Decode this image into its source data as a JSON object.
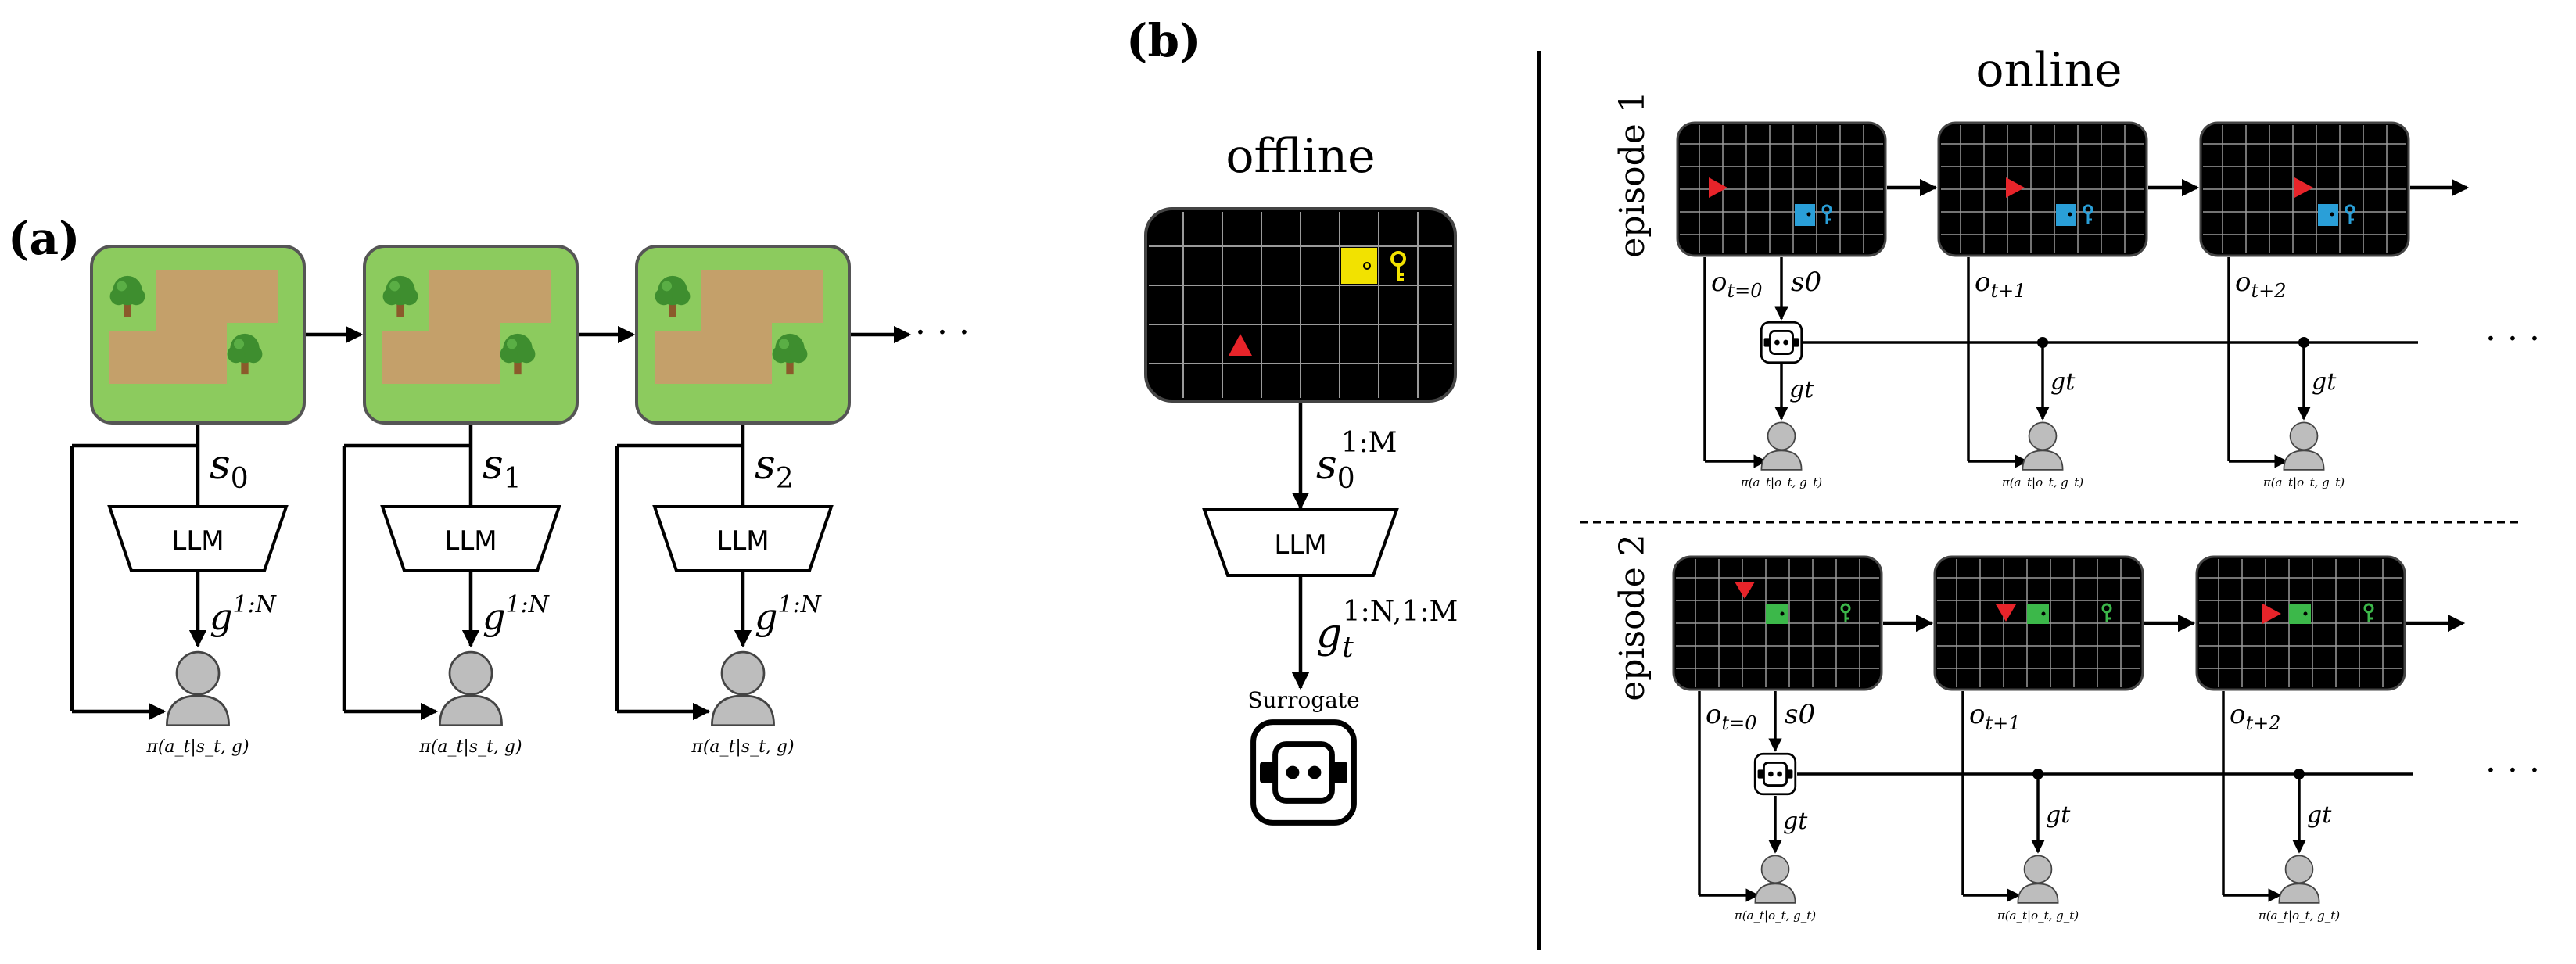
{
  "panel_a": {
    "label": "(a)",
    "states": [
      "s",
      "s",
      "s"
    ],
    "state_subs": [
      "0",
      "1",
      "2"
    ],
    "llm_label": "LLM",
    "goal_base": "g",
    "goal_sup": "1:N",
    "policy_label": "π(a_t|s_t, g)",
    "ellipsis": "· · ·"
  },
  "panel_b": {
    "label": "(b)",
    "offline": {
      "title": "offline",
      "state_base": "s",
      "state_sub": "0",
      "state_sup": "1:M",
      "llm_label": "LLM",
      "goal_base": "g",
      "goal_sub": "t",
      "goal_sup": "1:N,1:M",
      "surrogate_label": "Surrogate"
    },
    "online": {
      "title": "online",
      "episodes": [
        {
          "label": "episode 1",
          "door_color": "#2a9fd8",
          "obs_subs": [
            "t=0",
            "t+1",
            "t+2"
          ],
          "state_label": "s0",
          "goal_label": "gt",
          "policy_label": "π(a_t|o_t, g_t)",
          "ellipsis": "· · ·"
        },
        {
          "label": "episode 2",
          "door_color": "#3cb84a",
          "obs_subs": [
            "t=0",
            "t+1",
            "t+2"
          ],
          "state_label": "s0",
          "goal_label": "gt",
          "policy_label": "π(a_t|o_t, g_t)",
          "ellipsis": "· · ·"
        }
      ]
    }
  },
  "colors": {
    "grass": "#8ccb5e",
    "dirt": "#c4a06a",
    "grid_bg": "#000000",
    "grid_line": "#9a9a9a",
    "agent": "#e8242a",
    "key_yellow": "#f2e200",
    "person": "#bdbdbd"
  }
}
